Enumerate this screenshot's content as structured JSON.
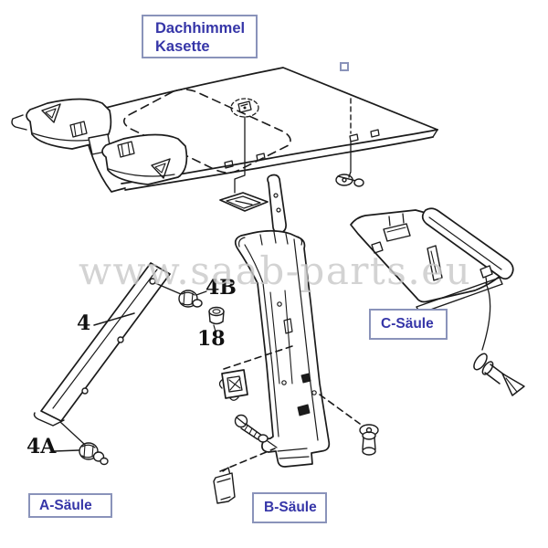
{
  "diagram": {
    "title_box": {
      "line1": "Dachhimmel",
      "line2": "Kasette"
    },
    "labels": {
      "a_pillar": "A-Säule",
      "b_pillar": "B-Säule",
      "c_pillar": "C-Säule"
    },
    "part_numbers": {
      "p4": "4",
      "p4a": "4A",
      "p4b": "4B",
      "p18": "18"
    },
    "watermark": "www.saab-parts.eu",
    "colors": {
      "label_text": "#3636a8",
      "label_border": "#8a93ba",
      "drawing_line": "#1b1b1b",
      "watermark": "#c9c9c9",
      "background": "#ffffff"
    }
  }
}
